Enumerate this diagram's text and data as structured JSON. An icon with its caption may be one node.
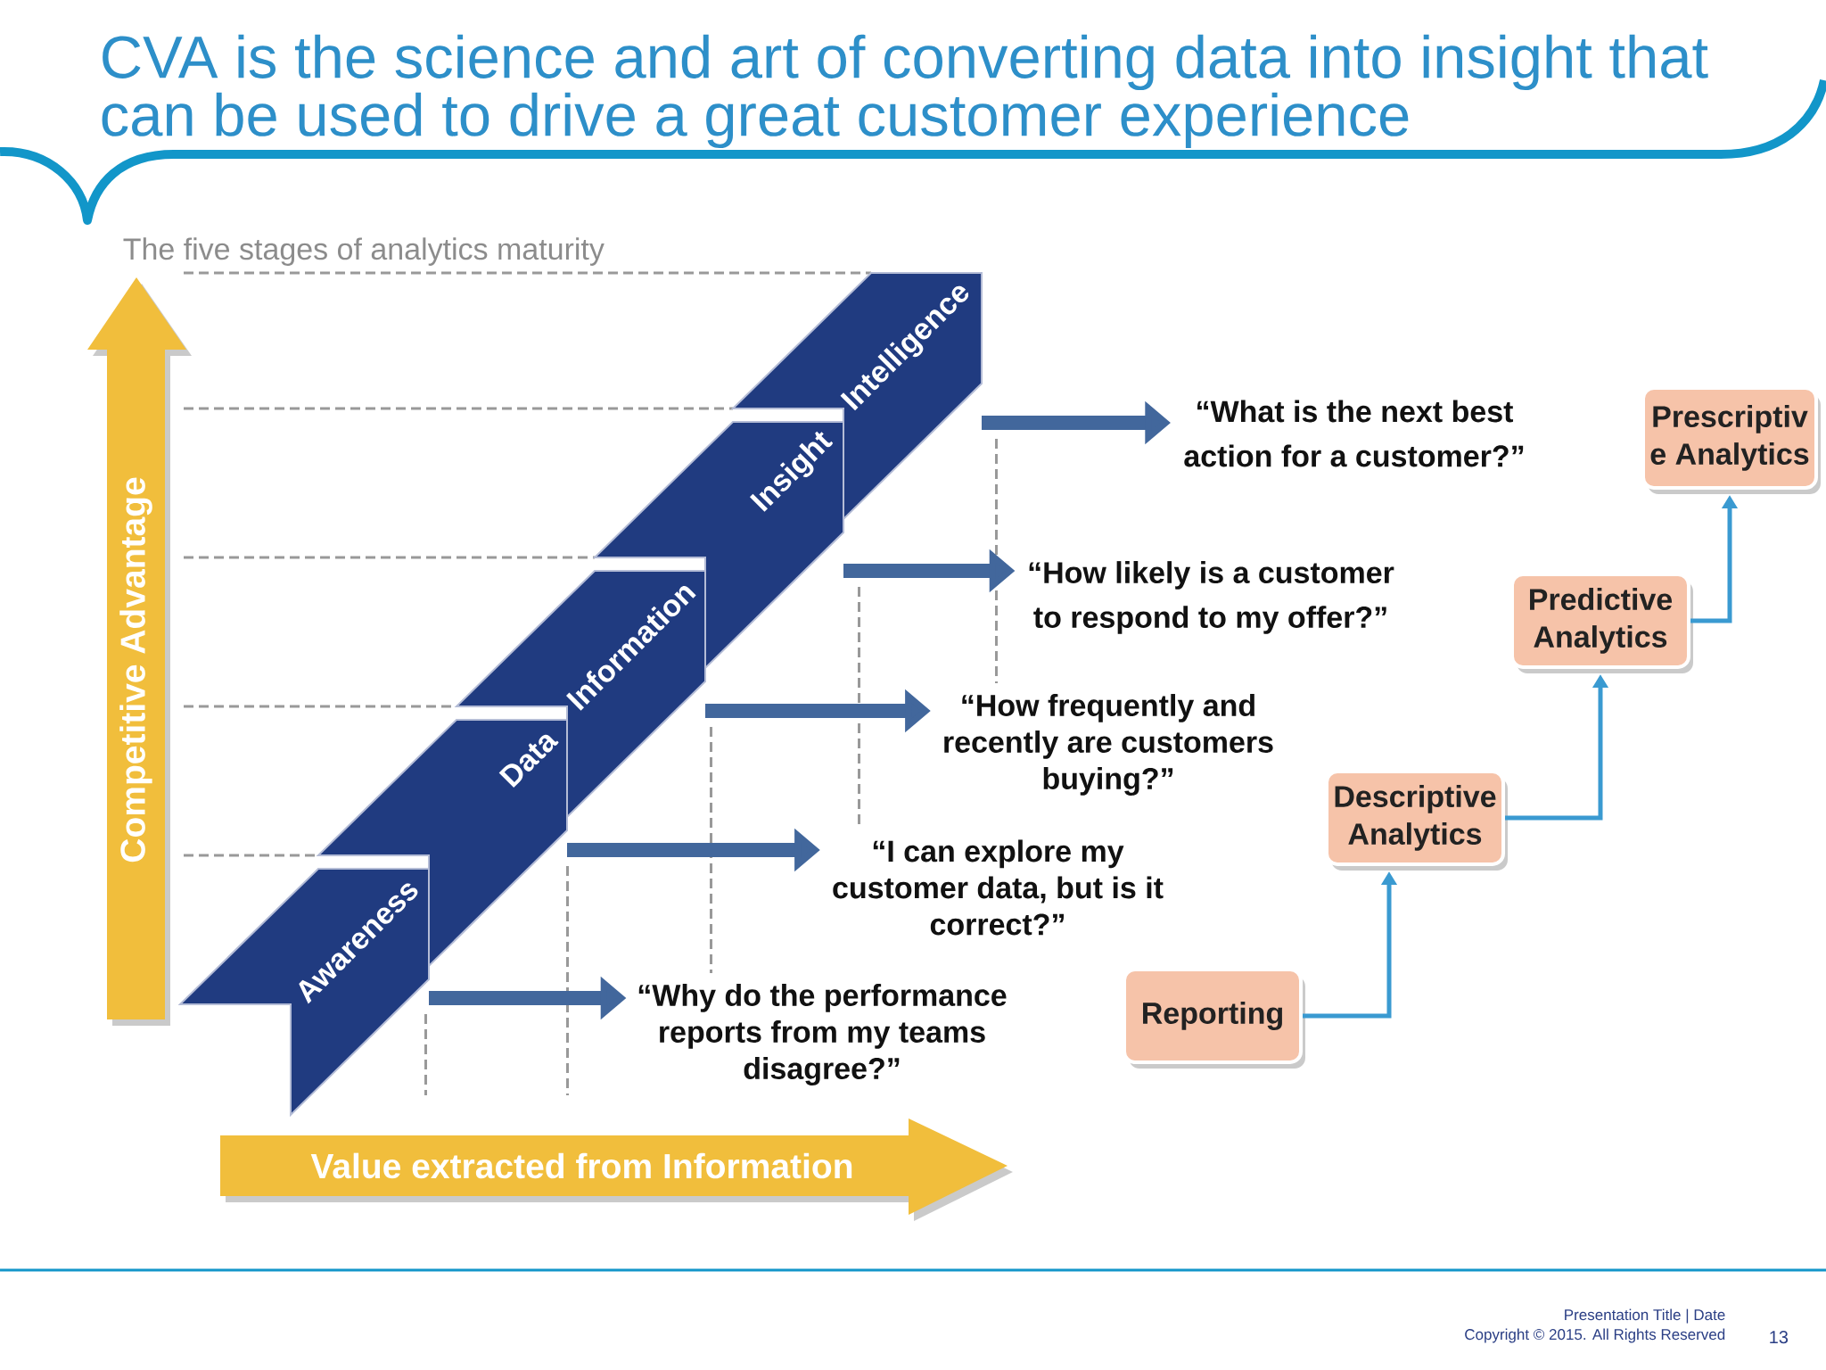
{
  "diagram": {
    "title": "CVA is the science and art of converting data into insight that can be used to drive a great customer experience",
    "nodes": [
      {
        "text": [
          "Competitive Advantage"
        ]
      },
      {
        "text": [
          "Awareness"
        ]
      },
      {
        "text": [
          "Data"
        ]
      },
      {
        "text": [
          "Information"
        ]
      },
      {
        "text": [
          "Insight"
        ]
      },
      {
        "text": [
          "Intelligence"
        ]
      },
      {
        "text": [
          "“Why do the performance reports from my teams disagree?”"
        ]
      },
      {
        "text": [
          "“I can explore my customer data, but is it correct?”"
        ]
      },
      {
        "text": [
          "“How frequently and recently are customers buying?”"
        ]
      },
      {
        "text": [
          "“How likely is a customer to respond to my offer?”"
        ]
      },
      {
        "text": [
          "“What is the next best action for a customer?”"
        ]
      },
      {
        "text": [
          "Reporting"
        ]
      },
      {
        "text": [
          "Descriptive Analytics"
        ]
      },
      {
        "text": [
          "Predictive Analytics"
        ]
      },
      {
        "text": [
          "Prescriptiv e Analytics"
        ]
      },
      {
        "text": [
          "Value extracted from Information"
        ]
      }
    ],
    "edges": [
      {
        "from": 1,
        "to": 6,
        "arrow": "to"
      },
      {
        "from": 2,
        "to": 7,
        "arrow": "to"
      },
      {
        "from": 3,
        "to": 8,
        "arrow": "to"
      },
      {
        "from": 4,
        "to": 9,
        "arrow": "to"
      },
      {
        "from": 5,
        "to": 10,
        "arrow": "to"
      },
      {
        "from": 11,
        "to": 12,
        "arrow": "to",
        "color": "#3a9ad1"
      },
      {
        "from": 12,
        "to": 13,
        "arrow": "to",
        "color": "#3a9ad1"
      },
      {
        "from": 13,
        "to": 14,
        "arrow": "to",
        "color": "#3a9ad1"
      }
    ],
    "labels": [
      "The five stages of analytics maturity",
      "Presentation Title | Date",
      "Copyright © 2015. All Rights Reserved",
      "13"
    ]
  }
}
